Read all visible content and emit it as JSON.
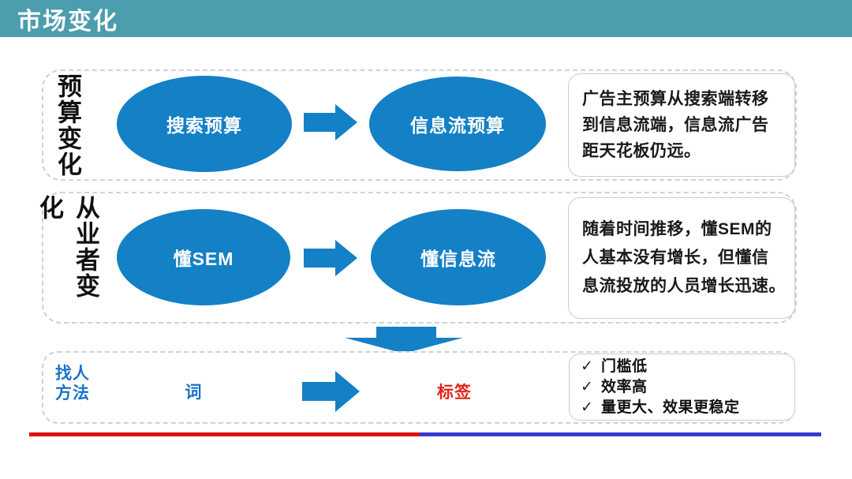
{
  "header": {
    "title": "市场变化"
  },
  "sections": [
    {
      "label": "预算变化",
      "from": "搜索预算",
      "to": "信息流预算",
      "note_lines": [
        "广告主预算从搜索端转移",
        "到信息流端，信息流广告",
        "距天花板仍远。"
      ]
    },
    {
      "label": "从业者变化",
      "from": "懂SEM",
      "to": "懂信息流",
      "note_lines": [
        "随着时间推移，懂SEM的",
        "人基本没有增长，但懂信",
        "息流投放的人员增长迅速。"
      ]
    }
  ],
  "bottom": {
    "label": "找人方法",
    "from": "词",
    "to": "标签",
    "check_glyph": "✓",
    "checks": [
      "门槛低",
      "效率高",
      "量更大、效果更稳定"
    ]
  },
  "colors": {
    "header_teal": "#4C9DAD",
    "shape_blue": "#1480C6",
    "blue_text": "#1B72C8",
    "red_text": "#E32219",
    "line_red": "#DD1111",
    "line_blue": "#3939CE"
  }
}
